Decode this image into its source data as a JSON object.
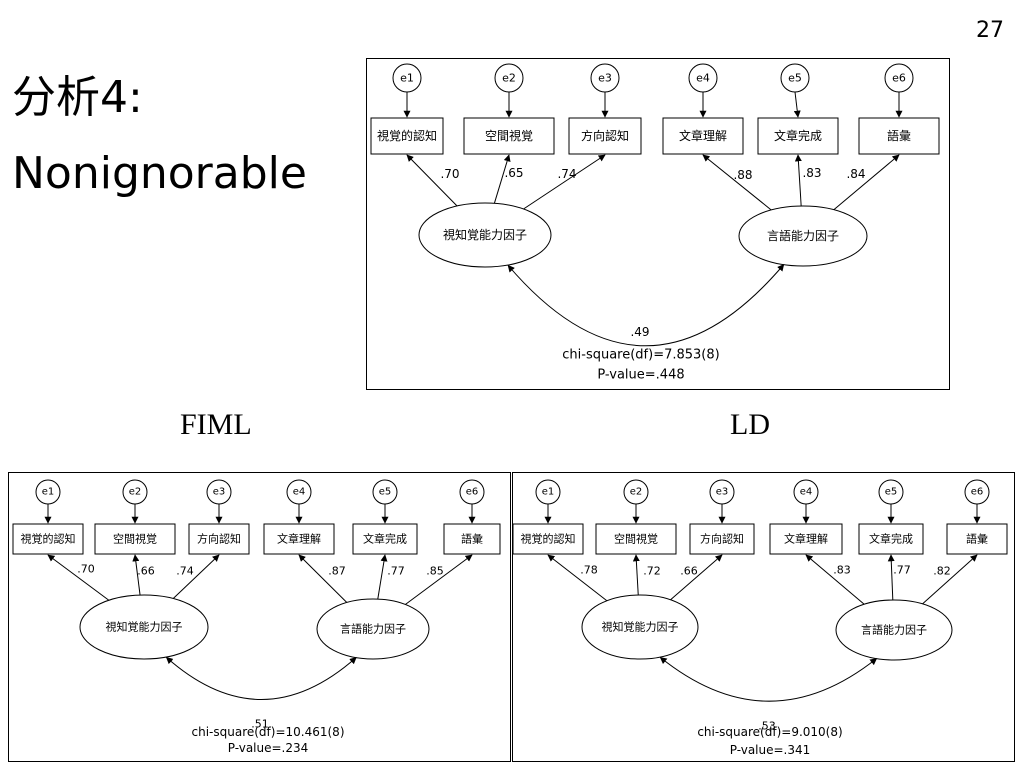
{
  "slide_number": "27",
  "title": {
    "line1": "分析4:",
    "line2": "Nonignorable"
  },
  "labels": {
    "fiml": "FIML",
    "ld": "LD"
  },
  "panels": [
    {
      "name": "top",
      "errors": [
        "e1",
        "e2",
        "e3",
        "e4",
        "e5",
        "e6"
      ],
      "indicators": [
        "視覚的認知",
        "空間視覚",
        "方向認知",
        "文章理解",
        "文章完成",
        "語彙"
      ],
      "factors": [
        "視知覚能力因子",
        "言語能力因子"
      ],
      "loadings": [
        ".70",
        ".65",
        ".74",
        ".88",
        ".83",
        ".84"
      ],
      "correlation": ".49",
      "chi_square": "chi-square(df)=7.853(8)",
      "p_value": "P-value=.448"
    },
    {
      "name": "fiml",
      "errors": [
        "e1",
        "e2",
        "e3",
        "e4",
        "e5",
        "e6"
      ],
      "indicators": [
        "視覚的認知",
        "空間視覚",
        "方向認知",
        "文章理解",
        "文章完成",
        "語彙"
      ],
      "factors": [
        "視知覚能力因子",
        "言語能力因子"
      ],
      "loadings": [
        ".70",
        ".66",
        ".74",
        ".87",
        ".77",
        ".85"
      ],
      "correlation": ".51",
      "chi_square": "chi-square(df)=10.461(8)",
      "p_value": "P-value=.234"
    },
    {
      "name": "ld",
      "errors": [
        "e1",
        "e2",
        "e3",
        "e4",
        "e5",
        "e6"
      ],
      "indicators": [
        "視覚的認知",
        "空間視覚",
        "方向認知",
        "文章理解",
        "文章完成",
        "語彙"
      ],
      "factors": [
        "視知覚能力因子",
        "言語能力因子"
      ],
      "loadings": [
        ".78",
        ".72",
        ".66",
        ".83",
        ".77",
        ".82"
      ],
      "correlation": ".53",
      "chi_square": "chi-square(df)=9.010(8)",
      "p_value": "P-value=.341"
    }
  ]
}
